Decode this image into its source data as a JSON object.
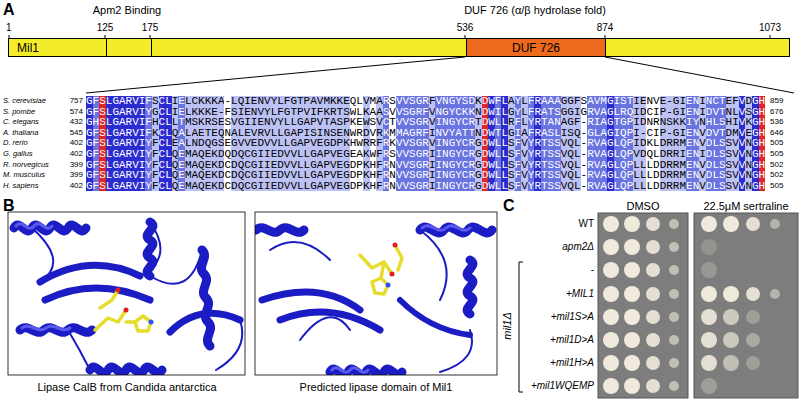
{
  "diagram": {
    "nodes": [
      {
        "text": [
          "Mil1"
        ]
      },
      {
        "text": [
          "DUF 726"
        ],
        "in": 0
      }
    ],
    "labels": [
      "A",
      "Apm2 Binding",
      "DUF 726 (α/β hydrolase fold)",
      "1",
      "125",
      "175",
      "536",
      "874",
      "1073",
      "S. cerevisiae",
      "757",
      "GFSLGARVIFSCLIELCKKKA-LQIENVYLFGTPAVMKKEQLVMARSVVSGRFVNGYSDKDWFLAYLFRAAAGGFSAVMGISTIENVE-GIENINCTEFVDGH",
      "859",
      "S. pombe",
      "574",
      "GFSLGARVIYGCLIELKKKE-FSIENVYLFGTPVIFKRTSWLKAASVVSGRFVNGYCKKNDWILGYLFRATSGGIGRVAGLRQIDCIP-GIENIDVTNLVSGH",
      "676",
      "C. elegans",
      "432",
      "GHSLGARVIFHCLLTMSKRSESVGIIENVYLLGAPVTASPKEWSVCTVVSGRVINGYCRTDWLLRFLYRTANAGF-RIAGTGPIDNRNSKKIYNHLSHIVKGH",
      "536",
      "A. thaliana",
      "545",
      "GFSLGARVIFKCLQALAETEQNALEVRVLLGAPISINSENWRDVRKMMAGRFINVYATTNDWTLGIAFRASLISQ-GLAGIQPI-CIP-GIENVDVTDMVEGH",
      "646",
      "D. rerio",
      "402",
      "GFSLGARVIYFCLEALNDQGSEGVVEDVVLLGAPVEGDPKHWRRFRKVVSGRVINGYCRGDWLLSFVYRTSSVQL-RVAGLQPIDKLDRRMENVDLSSVVNGH",
      "505",
      "G. gallus",
      "402",
      "GFSLGARVIYFCLQEMAQEKDQDQCGIIEDVVLLGAPVEGEAKWFRSVVSGRIINGYCRGDWLLSFVYRTSSVQL-RVAGLQPVDQLDRRIENIDLSSVVNGH",
      "505",
      "R. norvegicus",
      "399",
      "GFSLGARVIYFCLQEMAQEKDCDQCGIIEDVVLLGAPVEGDPKHFRNVVSGRIINGYCRGDWLLSFVYRTSSVQL-RVAGLQPLLLDDRRMENVDLSSVVNGH",
      "502",
      "M. musculus",
      "399",
      "GFSLGARVIYFCLQEMAQEKDCDQCGIIEDVVLLGAPVEGDPKHFRNVVSGRIINGYCRGDWLLSFVYRTSSVQL-RVAGLQPLLLDDRRMENVDLSSVVNGH",
      "502",
      "H. sapiens",
      "402",
      "GFSLGARVIYFCLQEMAQEKDCDQCGIIEDVVLLGAPVEGDPKHFRNVVSGRIINGYCRGDWLLSFVYRTSSVQL-RVAGLQPLLLDDRRMENVDLSSVVNGH",
      "505",
      "B",
      "Lipase CalB from Candida antarctica",
      "Predicted lipase domain of Mil1",
      "C",
      "DMSO",
      "22.5μM sertraline",
      "WT",
      "apm2Δ",
      "-",
      "+MIL1",
      "+mil1S>A",
      "+mil1D>A",
      "+mil1H>A",
      "+mil1WQEMP",
      "mil1Δ"
    ]
  }
}
